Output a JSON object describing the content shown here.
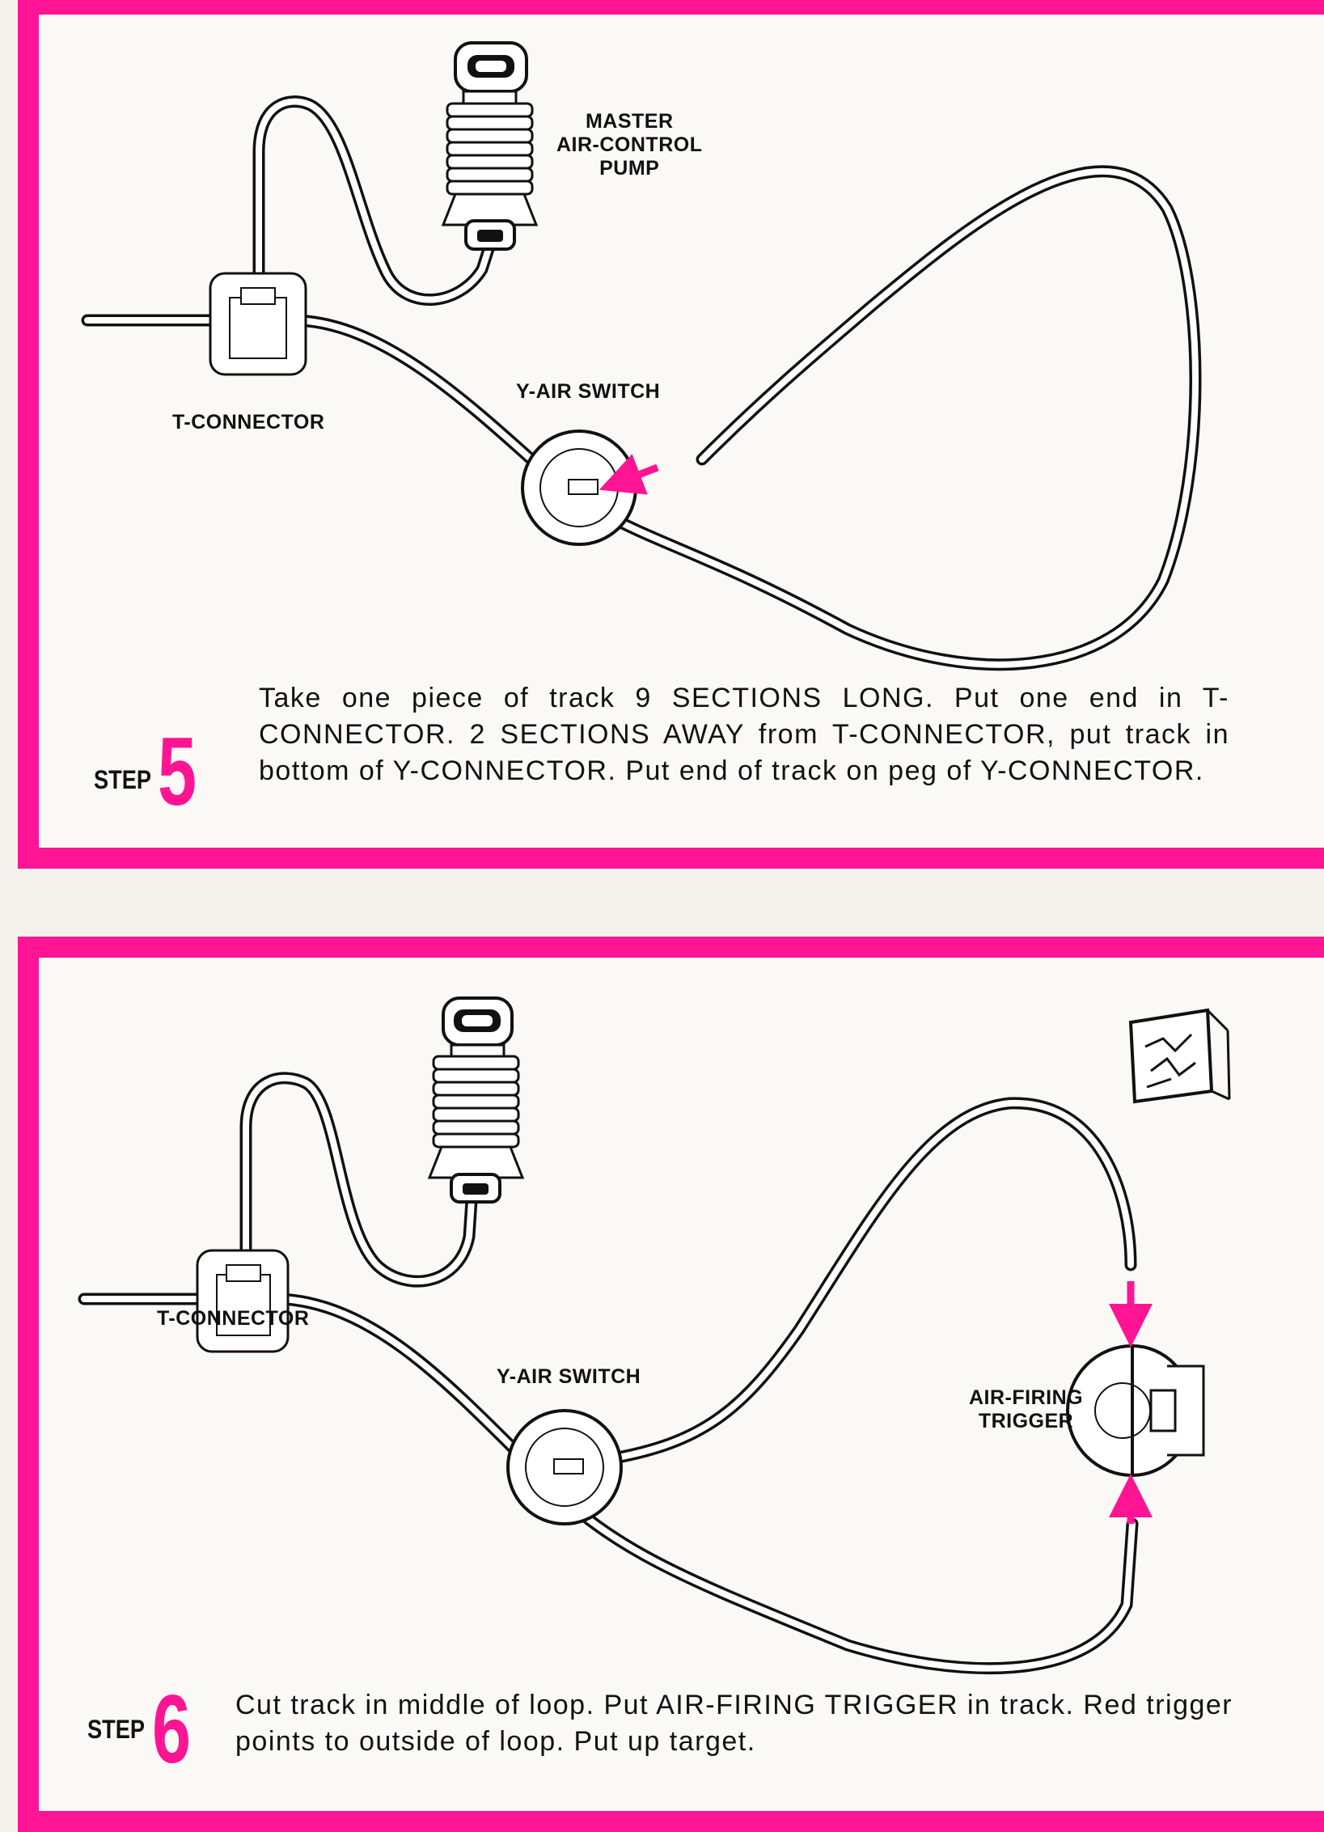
{
  "colors": {
    "accent": "#ff1493",
    "ink": "#111111",
    "paper": "#fbf9f6"
  },
  "step5": {
    "labels": {
      "pump": "MASTER\nAIR-CONTROL\nPUMP",
      "t_connector": "T-CONNECTOR",
      "y_switch": "Y-AIR SWITCH"
    },
    "step_word": "STEP",
    "step_number": "5",
    "instruction": "Take one piece of track 9 SECTIONS LONG. Put one end in T-CONNECTOR. 2 SECTIONS AWAY from T-CONNECTOR, put track in bottom of Y-CONNECTOR. Put end of track on peg of Y-CONNECTOR."
  },
  "step6": {
    "labels": {
      "t_connector": "T-CONNECTOR",
      "y_switch": "Y-AIR SWITCH",
      "trigger": "AIR-FIRING\nTRIGGER"
    },
    "step_word": "STEP",
    "step_number": "6",
    "instruction": "Cut track in middle of loop. Put AIR-FIRING TRIGGER in track. Red trigger points to outside of loop. Put up target."
  }
}
